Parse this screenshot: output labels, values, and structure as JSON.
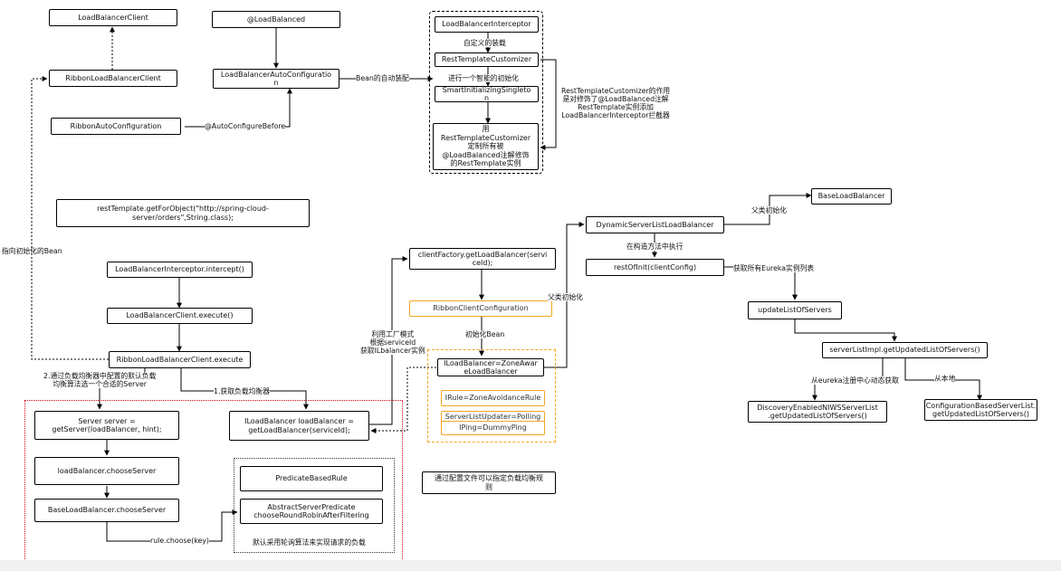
{
  "nodes": {
    "lbClient": "LoadBalancerClient",
    "ribbonLbClient": "RibbonLoadBalancerClient",
    "ribbonAutoConfig": "RibbonAutoConfiguration",
    "loadBalancedAnno": "@LoadBalanced",
    "lbAutoConfig": "LoadBalancerAutoConfiguratio\nn",
    "lbInterceptor": "LoadBalancerInterceptor",
    "restTemplateCustomizer": "RestTemplateCustomizer",
    "smartInit": "SmartInitializingSingleto\nn",
    "customizeAll": "用\nRestTemplateCustomizer\n定制所有被\n@LoadBalanced注解修饰\n的RestTemplate实例",
    "restTemplateCall": "restTemplate.getForObject(\"http://spring-cloud-\nserver/orders\",String.class);",
    "interceptCall": "LoadBalancerInterceptor.intercept()",
    "lbClientExecute": "LoadBalancerClient.execute()",
    "ribbonExecute": "RibbonLoadBalancerClient.execute",
    "getServer": "Server server =\ngetServer(loadBalancer, hint);",
    "chooseServer": "loadBalancer.chooseServer",
    "baseChooseServer": "BaseLoadBalancer.chooseServer",
    "getLoadBalancer": "ILoadBalancer loadBalancer =\ngetLoadBalancer(serviceId);",
    "predicateRule": "PredicateBasedRule",
    "abstractPredicate": "AbstractServerPredicate\nchooseRoundRobinAfterFiltering",
    "clientFactory": "clientFactory.getLoadBalancer(servi\nceId);",
    "ribbonClientConfig": "RibbonClientConfiguration",
    "zoneAware": "ILoadBalancer=ZoneAwar\neLoadBalancer",
    "iRule": "IRule=ZoneAvoidanceRule",
    "serverListUpdater": "ServerListUpdater=Polling\nServerListUpdate",
    "iPing": "IPing=DummyPing",
    "configNote": "通过配置文件可以指定负载均衡规\n则",
    "dynamicLb": "DynamicServerListLoadBalancer",
    "baseLb": "BaseLoadBalancer",
    "restOfInit": "restOfInit(clientConfig)",
    "updateList": "updateListOfServers",
    "serverListImpl": "serverListImpl.getUpdatedListOfServers()",
    "discoveryEnabled": "DiscoveryEnabledNIWSServerList\n.getUpdatedListOfServers()",
    "configBased": "ConfigurationBasedServerList.\ngetUpdatedListOfServers()"
  },
  "labels": {
    "autoAssembly": "Bean的自动装配",
    "customAssembly": "自定义的装载",
    "smartInit": "进行一个智能的初始化",
    "autoConfigureBefore": "@AutoConfigureBefore",
    "customizerNote": "RestTemplateCustomizer的作用\n是对修饰了@LoadBalanced注解\nRestTemplate实例添加\nLoadBalancerInterceptor拦截器",
    "pointBean": "指向初始化的Bean",
    "chooseServerNote": "2.通过负载均衡器中配置的默认负载\n均衡算法选一个合适的Server",
    "getLbStep": "1.获取负载均衡器",
    "factoryNote": "利用工厂模式\n根据serviceId\n获取ILbalancer实例",
    "initBean": "初始化Bean",
    "parentInit1": "父类初始化",
    "parentInit2": "父类初始化",
    "constructorExec": "在构造方法中执行",
    "fetchEureka": "获取所有Eureka实例列表",
    "fromEureka": "从eureka注册中心动态获取",
    "fromLocal": "从本地",
    "ruleChoose": "rule.choose(key)",
    "defaultRoundRobin": "默认采用轮询算法来实现请求的负载"
  },
  "colors": {
    "line": "#000000",
    "orange": "#f5a623",
    "red": "#d0021b"
  }
}
